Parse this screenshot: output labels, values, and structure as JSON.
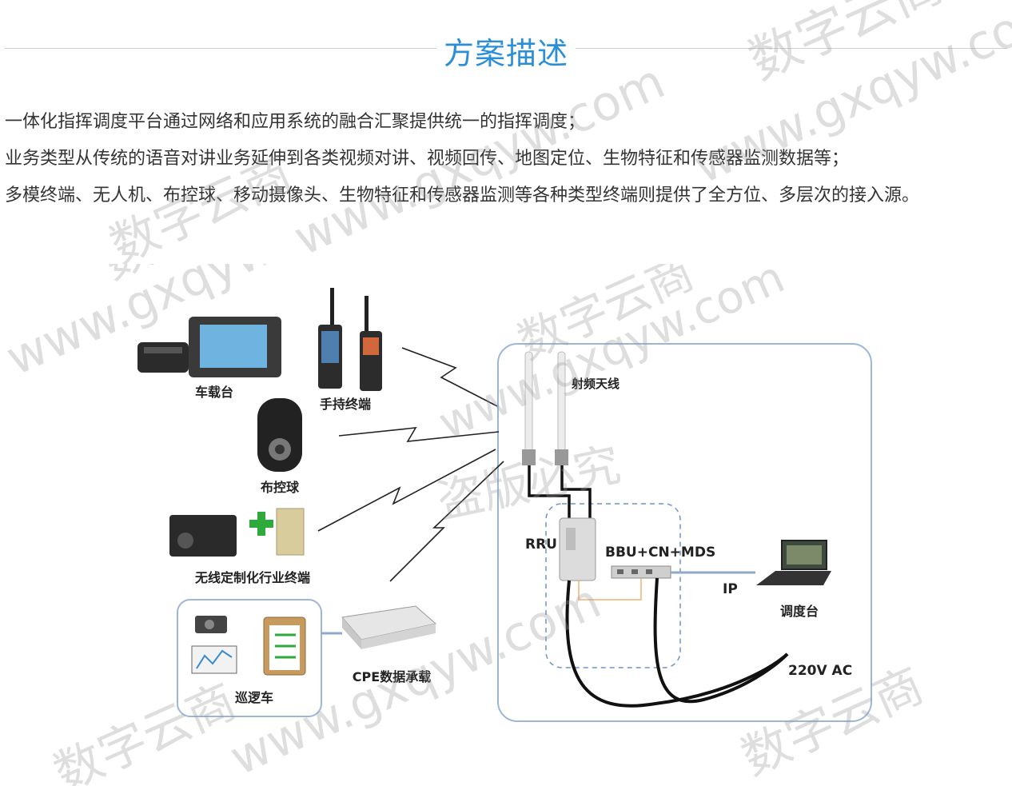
{
  "section": {
    "title": "方案描述"
  },
  "description": [
    "一体化指挥调度平台通过网络和应用系统的融合汇聚提供统一的指挥调度；",
    "业务类型从传统的语音对讲业务延伸到各类视频对讲、视频回传、地图定位、生物特征和传感器监测数据等；",
    "多模终端、无人机、布控球、移动摄像头、生物特征和传感器监测等各种类型终端则提供了全方位、多层次的接入源。"
  ],
  "diagram": {
    "labels": {
      "vehicle": "车载台",
      "handheld": "手持终端",
      "ptz_ball": "布控球",
      "wireless_terminal": "无线定制化行业终端",
      "patrol_car": "巡逻车",
      "cpe": "CPE数据承载",
      "antenna": "射频天线",
      "rru": "RRU",
      "bbu": "BBU+CN+MDS",
      "ip": "IP",
      "dispatch": "调度台",
      "power": "220V AC"
    },
    "watermarks": [
      "数字云商",
      "www.gxqyw.com",
      "盗版必究"
    ]
  },
  "colors": {
    "title": "#2a8fd6",
    "frame_border": "#9cb7d6",
    "dashed_box": "#6f93c2",
    "plus": "#2eaa3c"
  }
}
